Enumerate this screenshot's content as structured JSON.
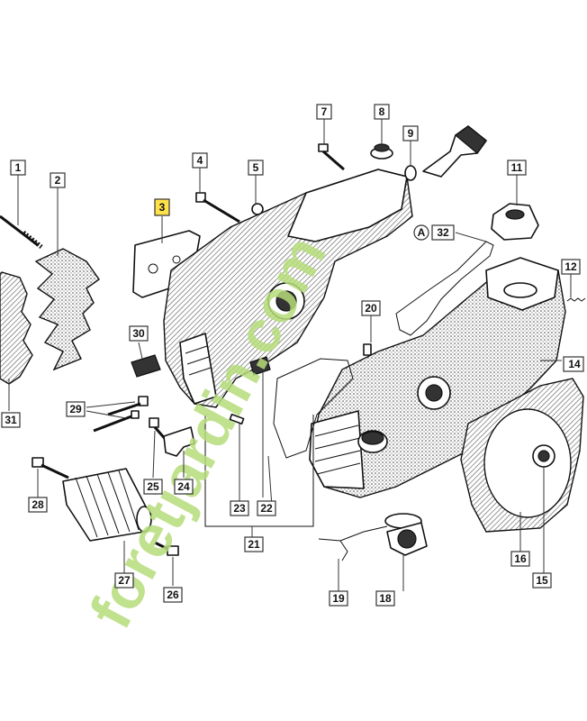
{
  "watermark": {
    "text": "foretjardin.com",
    "green": "#b6dc7a",
    "grey": "#c8c2b4"
  },
  "highlight_color": "#ffe24a",
  "callouts": [
    {
      "id": "1",
      "label": "1"
    },
    {
      "id": "2",
      "label": "2"
    },
    {
      "id": "3",
      "label": "3",
      "highlight": true
    },
    {
      "id": "4",
      "label": "4"
    },
    {
      "id": "5",
      "label": "5"
    },
    {
      "id": "7",
      "label": "7"
    },
    {
      "id": "8",
      "label": "8"
    },
    {
      "id": "9",
      "label": "9"
    },
    {
      "id": "11",
      "label": "11"
    },
    {
      "id": "12",
      "label": "12"
    },
    {
      "id": "14",
      "label": "14"
    },
    {
      "id": "15",
      "label": "15"
    },
    {
      "id": "16",
      "label": "16"
    },
    {
      "id": "18",
      "label": "18"
    },
    {
      "id": "19",
      "label": "19"
    },
    {
      "id": "20",
      "label": "20"
    },
    {
      "id": "21",
      "label": "21"
    },
    {
      "id": "22",
      "label": "22"
    },
    {
      "id": "23",
      "label": "23"
    },
    {
      "id": "24",
      "label": "24"
    },
    {
      "id": "25",
      "label": "25"
    },
    {
      "id": "26",
      "label": "26"
    },
    {
      "id": "27",
      "label": "27"
    },
    {
      "id": "28",
      "label": "28"
    },
    {
      "id": "29",
      "label": "29"
    },
    {
      "id": "30",
      "label": "30"
    },
    {
      "id": "31",
      "label": "31"
    },
    {
      "id": "32",
      "label": "32"
    }
  ],
  "marker_a": "A"
}
